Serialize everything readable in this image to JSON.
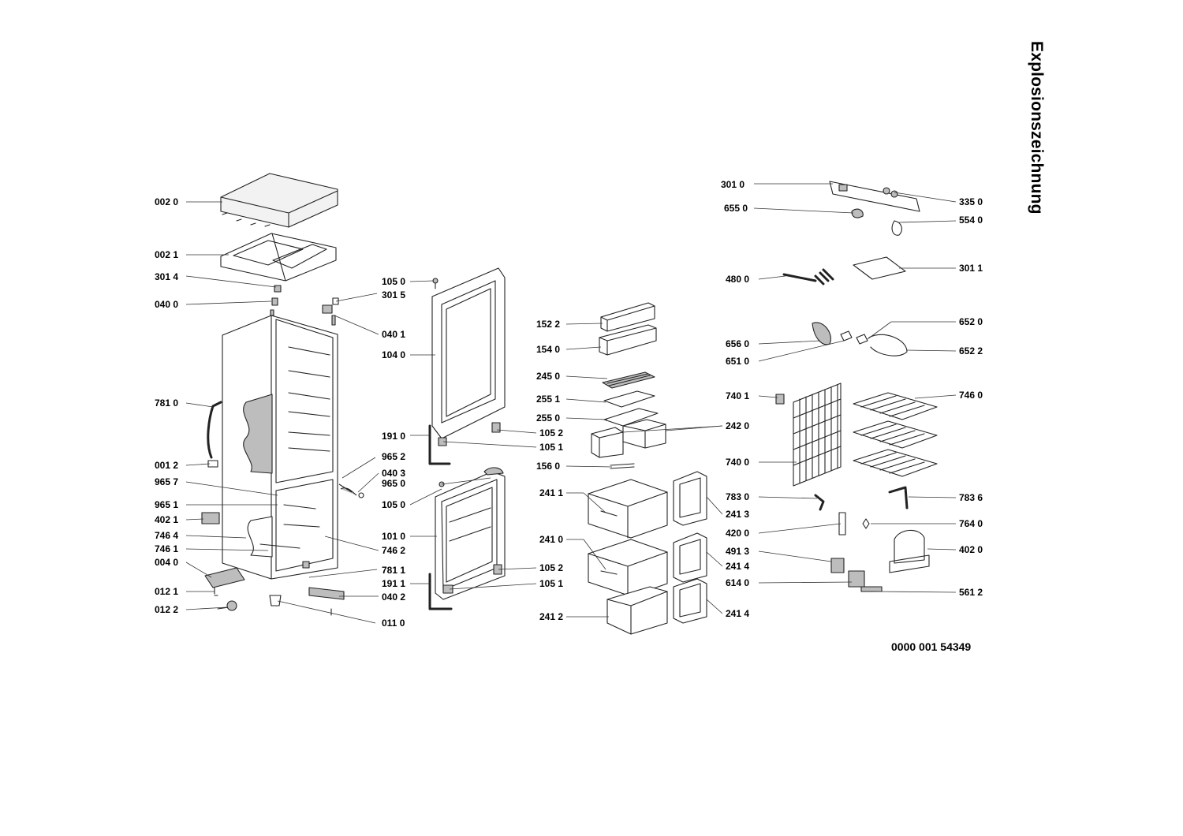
{
  "title": "Explosionszeichnung",
  "document_number": "0000 001 54349",
  "part_labels": [
    "002 0",
    "002 1",
    "301 4",
    "040 0",
    "781 0",
    "001 2",
    "965 7",
    "965 1",
    "402 1",
    "746 4",
    "746 1",
    "004 0",
    "012 1",
    "012 2",
    "040 1",
    "301 5",
    "965 2",
    "040 3",
    "965 0",
    "746 2",
    "781 1",
    "040 2",
    "011 0",
    "105 0",
    "104 0",
    "191 0",
    "105 2",
    "105 1",
    "105 0",
    "101 0",
    "191 1",
    "105 2",
    "105 1",
    "152 2",
    "154 0",
    "245 0",
    "255 1",
    "255 0",
    "242 0",
    "156 0",
    "241 1",
    "241 3",
    "241 0",
    "241 4",
    "241 2",
    "241 4",
    "301 0",
    "655 0",
    "335 0",
    "554 0",
    "480 0",
    "301 1",
    "656 0",
    "651 0",
    "652 0",
    "652 2",
    "740 1",
    "740 0",
    "746 0",
    "783 0",
    "783 6",
    "420 0",
    "764 0",
    "491 3",
    "402 0",
    "614 0",
    "561 2"
  ]
}
